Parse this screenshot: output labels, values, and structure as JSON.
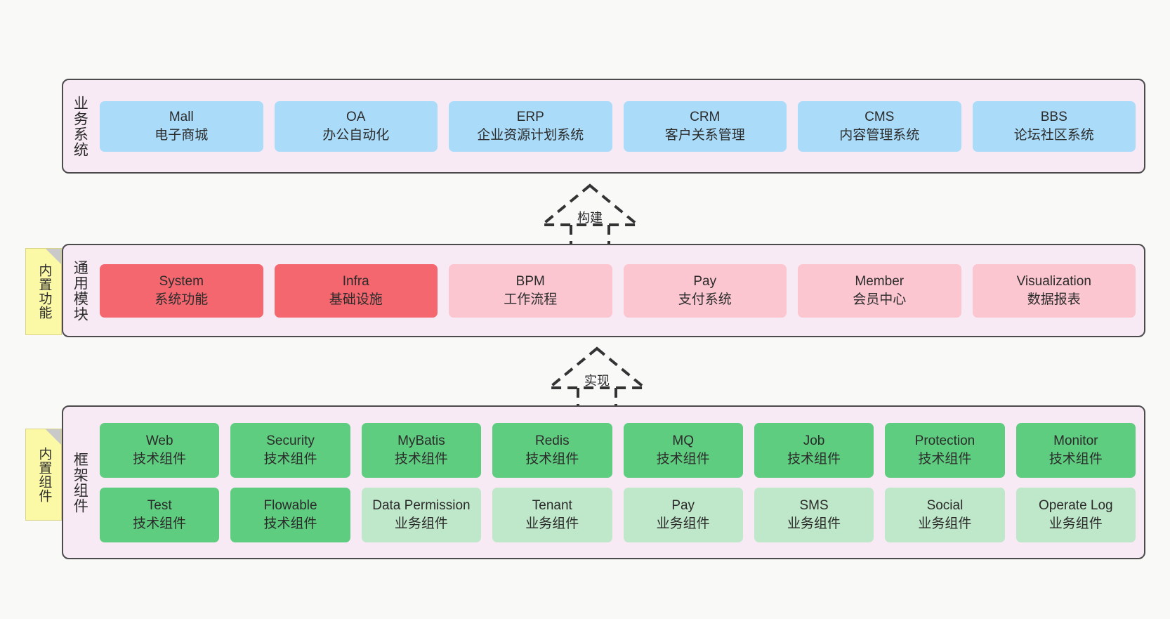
{
  "diagram": {
    "background_color": "#f9f9f8",
    "container_fill": "#f8eaf4",
    "container_border": "#4b4b4b",
    "sticky_color": "#fbf8a6"
  },
  "layers": [
    {
      "key": "business",
      "title": "业务系统",
      "rows": [
        {
          "nodes": [
            {
              "en": "Mall",
              "cn": "电子商城",
              "color": "#aadcfa"
            },
            {
              "en": "OA",
              "cn": "办公自动化",
              "color": "#aadcfa"
            },
            {
              "en": "ERP",
              "cn": "企业资源计划系统",
              "color": "#aadcfa"
            },
            {
              "en": "CRM",
              "cn": "客户关系管理",
              "color": "#aadcfa"
            },
            {
              "en": "CMS",
              "cn": "内容管理系统",
              "color": "#aadcfa"
            },
            {
              "en": "BBS",
              "cn": "论坛社区系统",
              "color": "#aadcfa"
            }
          ]
        }
      ]
    },
    {
      "key": "common",
      "title": "通用模块",
      "sticky": "内置功能",
      "rows": [
        {
          "nodes": [
            {
              "en": "System",
              "cn": "系统功能",
              "color": "#f4676f"
            },
            {
              "en": "Infra",
              "cn": "基础设施",
              "color": "#f4676f"
            },
            {
              "en": "BPM",
              "cn": "工作流程",
              "color": "#fbc6d0"
            },
            {
              "en": "Pay",
              "cn": "支付系统",
              "color": "#fbc6d0"
            },
            {
              "en": "Member",
              "cn": "会员中心",
              "color": "#fbc6d0"
            },
            {
              "en": "Visualization",
              "cn": "数据报表",
              "color": "#fbc6d0"
            }
          ]
        }
      ]
    },
    {
      "key": "framework",
      "title": "框架组件",
      "sticky": "内置组件",
      "rows": [
        {
          "nodes": [
            {
              "en": "Web",
              "cn": "技术组件",
              "color": "#5fcd7f"
            },
            {
              "en": "Security",
              "cn": "技术组件",
              "color": "#5fcd7f"
            },
            {
              "en": "MyBatis",
              "cn": "技术组件",
              "color": "#5fcd7f"
            },
            {
              "en": "Redis",
              "cn": "技术组件",
              "color": "#5fcd7f"
            },
            {
              "en": "MQ",
              "cn": "技术组件",
              "color": "#5fcd7f"
            },
            {
              "en": "Job",
              "cn": "技术组件",
              "color": "#5fcd7f"
            },
            {
              "en": "Protection",
              "cn": "技术组件",
              "color": "#5fcd7f"
            },
            {
              "en": "Monitor",
              "cn": "技术组件",
              "color": "#5fcd7f"
            }
          ]
        },
        {
          "nodes": [
            {
              "en": "Test",
              "cn": "技术组件",
              "color": "#5fcd7f"
            },
            {
              "en": "Flowable",
              "cn": "技术组件",
              "color": "#5fcd7f"
            },
            {
              "en": "Data Permission",
              "cn": "业务组件",
              "color": "#bfe7c9"
            },
            {
              "en": "Tenant",
              "cn": "业务组件",
              "color": "#bfe7c9"
            },
            {
              "en": "Pay",
              "cn": "业务组件",
              "color": "#bfe7c9"
            },
            {
              "en": "SMS",
              "cn": "业务组件",
              "color": "#bfe7c9"
            },
            {
              "en": "Social",
              "cn": "业务组件",
              "color": "#bfe7c9"
            },
            {
              "en": "Operate Log",
              "cn": "业务组件",
              "color": "#bfe7c9"
            }
          ]
        }
      ]
    }
  ],
  "arrows": [
    {
      "key": "build",
      "label": "构建"
    },
    {
      "key": "impl",
      "label": "实现"
    }
  ]
}
